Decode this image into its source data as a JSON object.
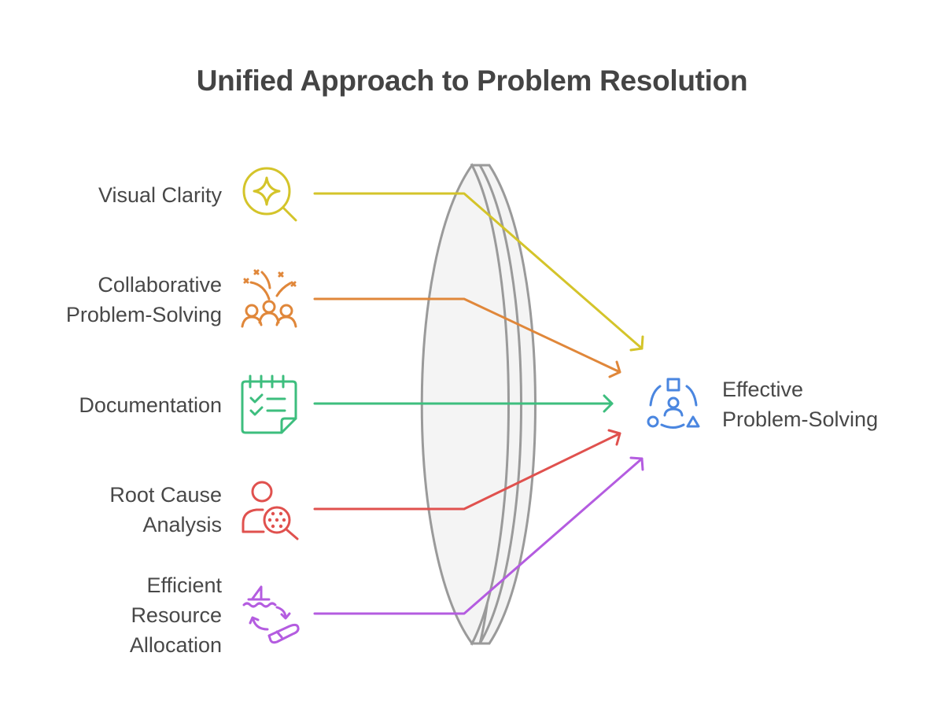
{
  "title": "Unified Approach to Problem Resolution",
  "inputs": [
    {
      "id": "visual-clarity",
      "lines": [
        "Visual Clarity"
      ],
      "icon": "magnifier-sparkle-icon",
      "color": "#D4C42A"
    },
    {
      "id": "collaborative-problem-solving",
      "lines": [
        "Collaborative",
        "Problem-Solving"
      ],
      "icon": "team-celebration-icon",
      "color": "#E0873A"
    },
    {
      "id": "documentation",
      "lines": [
        "Documentation"
      ],
      "icon": "checklist-notepad-icon",
      "color": "#3DBE7E"
    },
    {
      "id": "root-cause-analysis",
      "lines": [
        "Root Cause",
        "Analysis"
      ],
      "icon": "person-magnifier-icon",
      "color": "#E0514E"
    },
    {
      "id": "efficient-resource-allocation",
      "lines": [
        "Efficient",
        "Resource",
        "Allocation"
      ],
      "icon": "ship-plane-cycle-icon",
      "color": "#B45CE0"
    }
  ],
  "output": {
    "lines": [
      "Effective",
      "Problem-Solving"
    ],
    "icon": "shapes-person-icon",
    "color": "#4A86E0"
  },
  "lens": {
    "icon": "lens",
    "stroke": "#9A9A9A",
    "fill": "#F4F4F4"
  }
}
